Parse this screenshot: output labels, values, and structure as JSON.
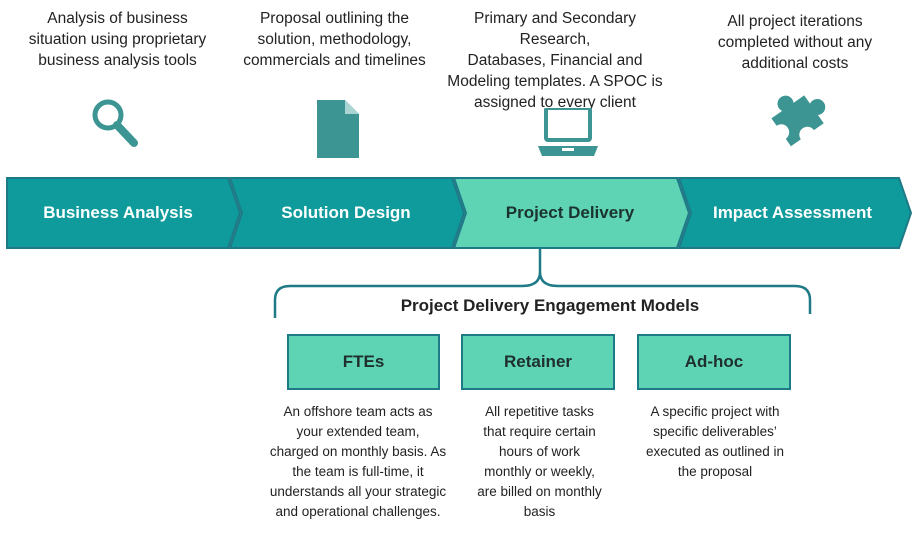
{
  "colors": {
    "teal": "#0f9b9b",
    "teal_dark": "#1e7a87",
    "mint": "#5fd4b4",
    "icon": "#3c9592"
  },
  "steps": [
    {
      "label": "Business Analysis",
      "description": "Analysis of  business\nsituation using proprietary\nbusiness analysis tools",
      "icon": "magnifier-icon"
    },
    {
      "label": "Solution Design",
      "description": "Proposal outlining the\nsolution, methodology,\ncommercials and timelines",
      "icon": "document-icon"
    },
    {
      "label": "Project Delivery",
      "description": "Primary and Secondary Research,\nDatabases, Financial and\nModeling templates. A SPOC is\nassigned to every client",
      "icon": "laptop-icon"
    },
    {
      "label": "Impact  Assessment",
      "description": "All project iterations\ncompleted without any\nadditional costs",
      "icon": "puzzle-piece-icon"
    }
  ],
  "models": {
    "title": "Project Delivery Engagement Models",
    "items": [
      {
        "label": "FTEs",
        "description": "An offshore team acts as\nyour extended team,\ncharged on monthly basis. As\nthe team is full-time, it\nunderstands all your strategic\nand operational challenges."
      },
      {
        "label": "Retainer",
        "description": "All repetitive tasks\nthat require certain\nhours of work\nmonthly or weekly,\nare billed on monthly\nbasis"
      },
      {
        "label": "Ad-hoc",
        "description": "A specific project with\nspecific deliverables’\nexecuted as outlined in\nthe proposal"
      }
    ]
  }
}
